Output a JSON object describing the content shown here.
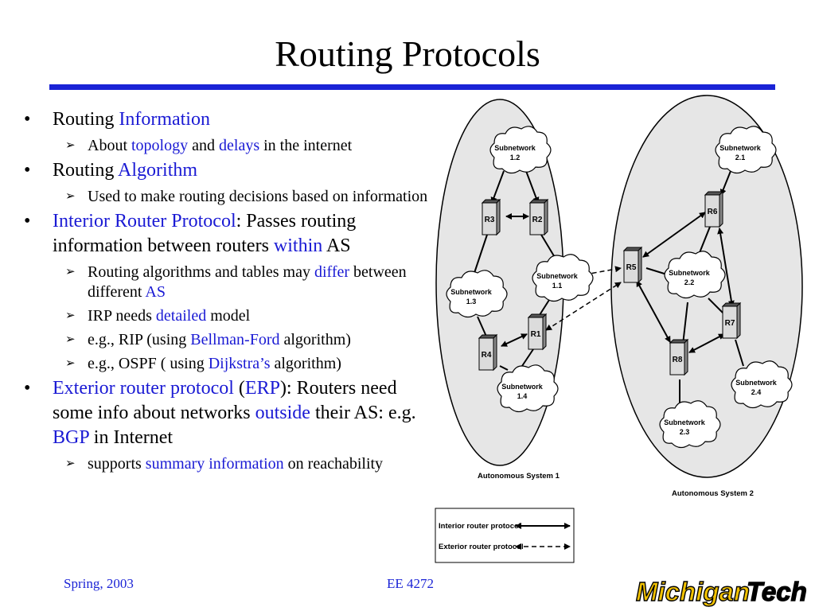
{
  "slide": {
    "title": "Routing Protocols"
  },
  "bullets": [
    {
      "parts": [
        {
          "t": "Routing ",
          "hl": false
        },
        {
          "t": "Information",
          "hl": true
        }
      ],
      "sub": [
        {
          "parts": [
            {
              "t": "About ",
              "hl": false
            },
            {
              "t": "topology",
              "hl": true
            },
            {
              "t": " and ",
              "hl": false
            },
            {
              "t": "delays",
              "hl": true
            },
            {
              "t": " in the internet",
              "hl": false
            }
          ]
        }
      ]
    },
    {
      "parts": [
        {
          "t": "Routing ",
          "hl": false
        },
        {
          "t": "Algorithm",
          "hl": true
        }
      ],
      "sub": [
        {
          "parts": [
            {
              "t": "Used to make routing decisions based on information",
              "hl": false
            }
          ]
        }
      ]
    },
    {
      "parts": [
        {
          "t": "Interior Router Protocol",
          "hl": true
        },
        {
          "t": ": Passes routing information between routers ",
          "hl": false
        },
        {
          "t": "within",
          "hl": true
        },
        {
          "t": " AS",
          "hl": false
        }
      ],
      "sub": [
        {
          "parts": [
            {
              "t": "Routing algorithms and tables may ",
              "hl": false
            },
            {
              "t": "differ",
              "hl": true
            },
            {
              "t": " between different ",
              "hl": false
            },
            {
              "t": "AS",
              "hl": true
            }
          ]
        },
        {
          "parts": [
            {
              "t": "IRP needs ",
              "hl": false
            },
            {
              "t": "detailed",
              "hl": true
            },
            {
              "t": " model",
              "hl": false
            }
          ]
        },
        {
          "parts": [
            {
              "t": "e.g., RIP (using ",
              "hl": false
            },
            {
              "t": "Bellman-Ford",
              "hl": true
            },
            {
              "t": " algorithm)",
              "hl": false
            }
          ]
        },
        {
          "parts": [
            {
              "t": "e.g., OSPF ( using ",
              "hl": false
            },
            {
              "t": "Dijkstra’s",
              "hl": true
            },
            {
              "t": " algorithm)",
              "hl": false
            }
          ]
        }
      ]
    },
    {
      "parts": [
        {
          "t": "Exterior router protocol",
          "hl": true
        },
        {
          "t": " (",
          "hl": false
        },
        {
          "t": "ERP",
          "hl": true
        },
        {
          "t": "): Routers need some info about networks ",
          "hl": false
        },
        {
          "t": "outside",
          "hl": true
        },
        {
          "t": " their AS: e.g. ",
          "hl": false
        },
        {
          "t": "BGP",
          "hl": true
        },
        {
          "t": " in Internet",
          "hl": false
        }
      ],
      "sub": [
        {
          "parts": [
            {
              "t": "supports ",
              "hl": false
            },
            {
              "t": "summary information",
              "hl": true
            },
            {
              "t": " on reachability",
              "hl": false
            }
          ]
        }
      ]
    }
  ],
  "diagram": {
    "as1_label": "Autonomous System 1",
    "as2_label": "Autonomous System 2",
    "routers": [
      "R1",
      "R2",
      "R3",
      "R4",
      "R5",
      "R6",
      "R7",
      "R8"
    ],
    "subnetworks": [
      {
        "name": "Subnetwork",
        "id": "1.2"
      },
      {
        "name": "Subnetwork",
        "id": "1.1"
      },
      {
        "name": "Subnetwork",
        "id": "1.3"
      },
      {
        "name": "Subnetwork",
        "id": "1.4"
      },
      {
        "name": "Subnetwork",
        "id": "2.1"
      },
      {
        "name": "Subnetwork",
        "id": "2.2"
      },
      {
        "name": "Subnetwork",
        "id": "2.4"
      },
      {
        "name": "Subnetwork",
        "id": "2.3"
      }
    ],
    "legend": {
      "interior": "Interior router protocol",
      "exterior": "Exterior router protocol"
    }
  },
  "footer": {
    "left": "Spring, 2003",
    "center": "EE 4272",
    "logo_part1": "Michigan",
    "logo_part2": "Tech"
  },
  "colors": {
    "accent": "#1a23d6",
    "highlight_text": "#1a1ad4",
    "ellipse_fill": "#e6e6e6"
  }
}
